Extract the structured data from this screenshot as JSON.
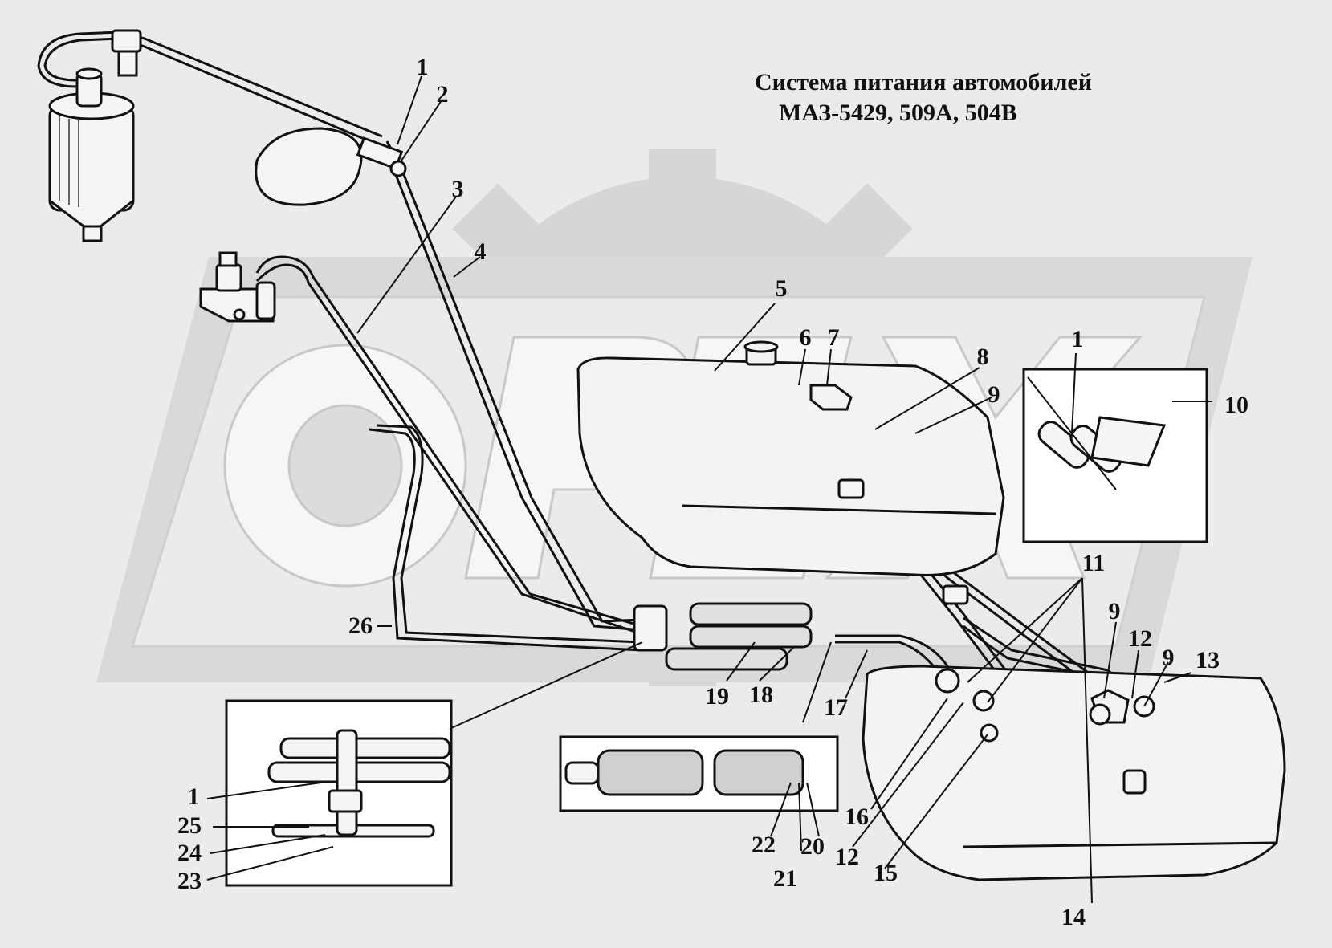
{
  "title": {
    "line1": "Система питания автомобилей",
    "line2": "МАЗ-5429, 509А, 504В"
  },
  "watermark": "OPEX",
  "callouts": [
    {
      "id": "c1a",
      "text": "1"
    },
    {
      "id": "c2",
      "text": "2"
    },
    {
      "id": "c3",
      "text": "3"
    },
    {
      "id": "c4",
      "text": "4"
    },
    {
      "id": "c5",
      "text": "5"
    },
    {
      "id": "c6",
      "text": "6"
    },
    {
      "id": "c7",
      "text": "7"
    },
    {
      "id": "c8",
      "text": "8"
    },
    {
      "id": "c9a",
      "text": "9"
    },
    {
      "id": "c1b",
      "text": "1"
    },
    {
      "id": "c10",
      "text": "10"
    },
    {
      "id": "c11",
      "text": "11"
    },
    {
      "id": "c9b",
      "text": "9"
    },
    {
      "id": "c12a",
      "text": "12"
    },
    {
      "id": "c9c",
      "text": "9"
    },
    {
      "id": "c13",
      "text": "13"
    },
    {
      "id": "c26",
      "text": "26"
    },
    {
      "id": "c19",
      "text": "19"
    },
    {
      "id": "c18",
      "text": "18"
    },
    {
      "id": "c17",
      "text": "17"
    },
    {
      "id": "c16",
      "text": "16"
    },
    {
      "id": "c12b",
      "text": "12"
    },
    {
      "id": "c15",
      "text": "15"
    },
    {
      "id": "c14",
      "text": "14"
    },
    {
      "id": "c22",
      "text": "22"
    },
    {
      "id": "c20",
      "text": "20"
    },
    {
      "id": "c21",
      "text": "21"
    },
    {
      "id": "c1c",
      "text": "1"
    },
    {
      "id": "c25",
      "text": "25"
    },
    {
      "id": "c24",
      "text": "24"
    },
    {
      "id": "c23",
      "text": "23"
    }
  ]
}
